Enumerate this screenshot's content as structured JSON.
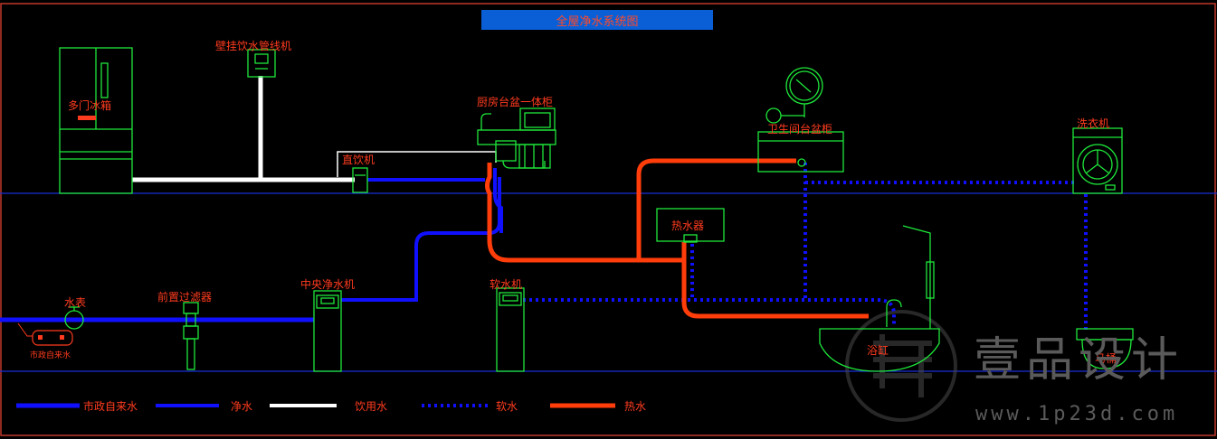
{
  "title": "全屋净水系统图",
  "labels": {
    "fridge": "多门冰箱",
    "wall_dispenser": "壁挂饮水管线机",
    "kitchen_cabinet": "厨房台盆一体柜",
    "bath_cabinet": "卫生间台盆柜",
    "washer": "洗衣机",
    "direct_drinker": "直饮机",
    "water_heater": "热水器",
    "water_meter": "水表",
    "municipal_tap": "市政自来水",
    "prefilter": "前置过滤器",
    "central_purifier": "中央净水机",
    "softener": "软水机",
    "bathtub": "浴缸",
    "toilet": "马桶"
  },
  "legend": [
    {
      "label": "市政自来水",
      "color": "#1010ff",
      "style": "solid-thick"
    },
    {
      "label": "净水",
      "color": "#1010ff",
      "style": "solid"
    },
    {
      "label": "饮用水",
      "color": "#ffffff",
      "style": "solid"
    },
    {
      "label": "软水",
      "color": "#1010ff",
      "style": "dotted"
    },
    {
      "label": "热水",
      "color": "#ff3d0a",
      "style": "solid"
    }
  ],
  "watermark": {
    "brand": "壹品设计",
    "url": "www.1p23d.com"
  },
  "colors": {
    "tap": "#1010ff",
    "purified": "#1010ff",
    "drinking": "#ffffff",
    "soft": "#1010ff",
    "hot": "#ff3d0a",
    "fixture": "#1ee83a",
    "label": "#ff3b1f",
    "border": "#c0392b",
    "floor": "#1a2fd8"
  }
}
